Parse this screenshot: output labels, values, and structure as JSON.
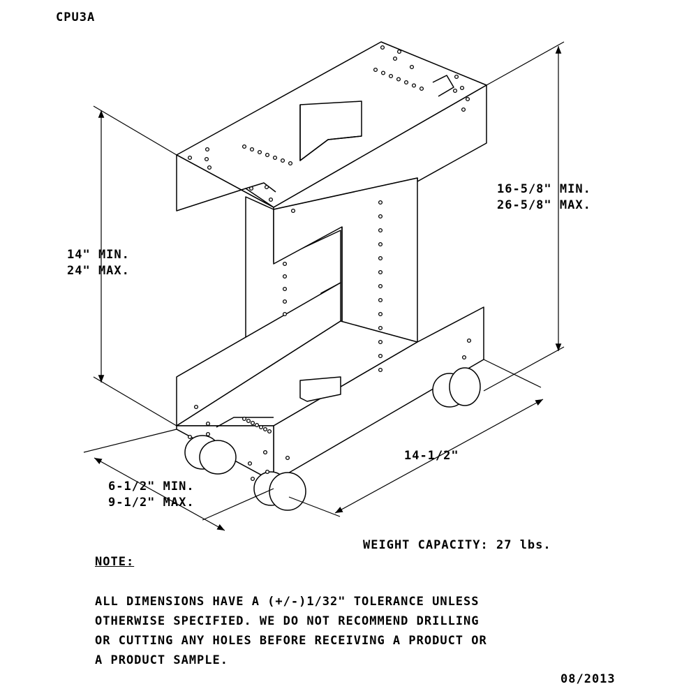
{
  "model": "CPU3A",
  "dimensions": {
    "left_height_min": "14\" MIN.",
    "left_height_max": "24\" MAX.",
    "right_height_min": "16-5/8\" MIN.",
    "right_height_max": "26-5/8\" MAX.",
    "width": "14-1/2\"",
    "depth_min": "6-1/2\" MIN.",
    "depth_max": "9-1/2\" MAX."
  },
  "weight_capacity": "WEIGHT CAPACITY: 27 lbs.",
  "note": {
    "title": "NOTE:",
    "lines": [
      "ALL DIMENSIONS HAVE A (+/-)1/32\" TOLERANCE UNLESS",
      "OTHERWISE SPECIFIED. WE DO NOT RECOMMEND DRILLING",
      "OR CUTTING ANY HOLES BEFORE RECEIVING A PRODUCT OR",
      "A PRODUCT SAMPLE."
    ]
  },
  "date": "08/2013"
}
